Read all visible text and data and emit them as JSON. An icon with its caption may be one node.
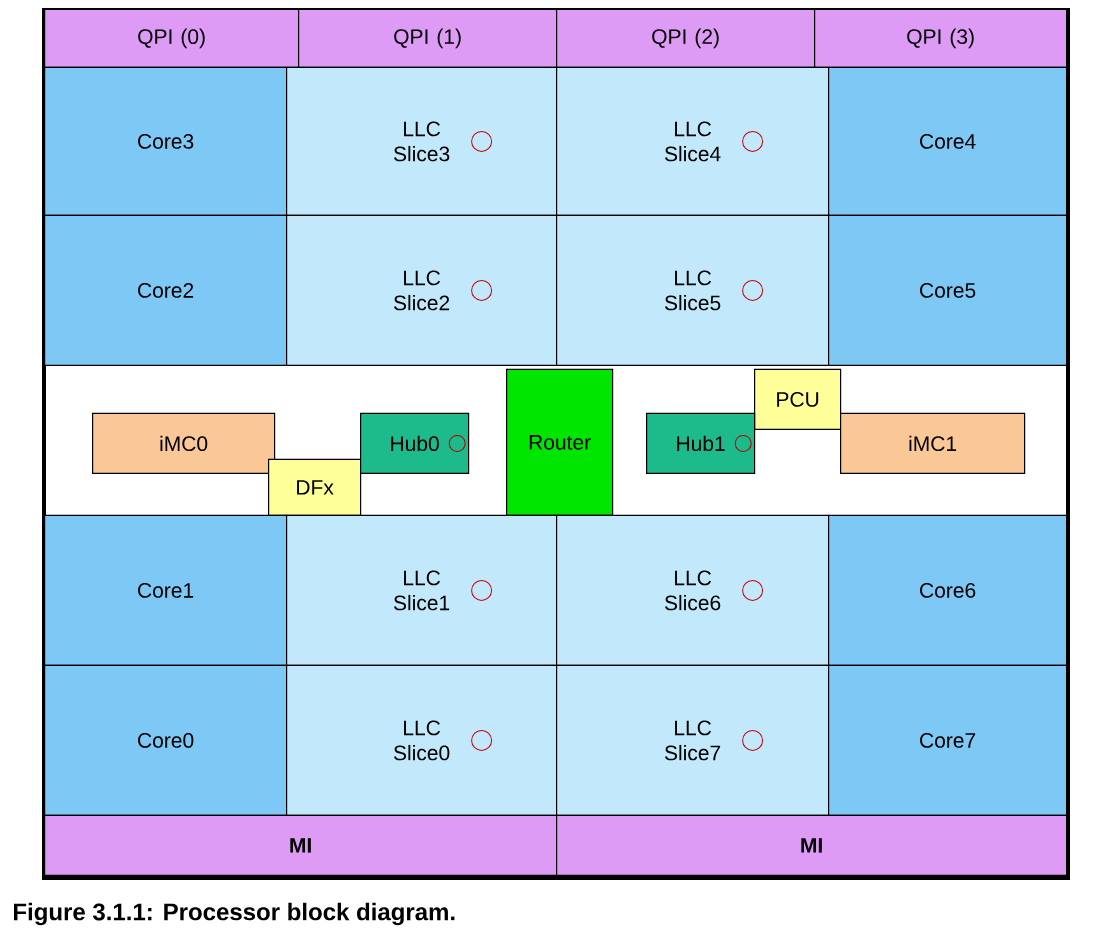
{
  "diagram": {
    "caption": "Figure 3.1.1: Processor block diagram.",
    "nodes": [
      {
        "text": [
          "QPI (0)"
        ]
      },
      {
        "text": [
          "QPI (1)"
        ]
      },
      {
        "text": [
          "QPI (2)"
        ]
      },
      {
        "text": [
          "QPI (3)"
        ]
      },
      {
        "text": [
          "Core3"
        ]
      },
      {
        "text": [
          "LLC Slice3"
        ]
      },
      {
        "text": [
          "LLC Slice4"
        ]
      },
      {
        "text": [
          "Core4"
        ]
      },
      {
        "text": [
          "Core2"
        ]
      },
      {
        "text": [
          "LLC Slice2"
        ]
      },
      {
        "text": [
          "LLC Slice5"
        ]
      },
      {
        "text": [
          "Core5"
        ]
      },
      {
        "text": [
          "iMC0"
        ]
      },
      {
        "text": [
          "DFx"
        ]
      },
      {
        "text": [
          "Hub0"
        ]
      },
      {
        "text": [
          "Router"
        ]
      },
      {
        "text": [
          "PCU"
        ]
      },
      {
        "text": [
          "Hub1"
        ]
      },
      {
        "text": [
          "iMC1"
        ]
      },
      {
        "text": [
          "Core1"
        ]
      },
      {
        "text": [
          "LLC Slice1"
        ]
      },
      {
        "text": [
          "LLC Slice6"
        ]
      },
      {
        "text": [
          "Core6"
        ]
      },
      {
        "text": [
          "Core0"
        ]
      },
      {
        "text": [
          "LLC Slice0"
        ]
      },
      {
        "text": [
          "LLC Slice7"
        ]
      },
      {
        "text": [
          "Core7"
        ]
      },
      {
        "text": [
          "MI"
        ]
      },
      {
        "text": [
          "MI"
        ]
      }
    ],
    "edges": []
  }
}
